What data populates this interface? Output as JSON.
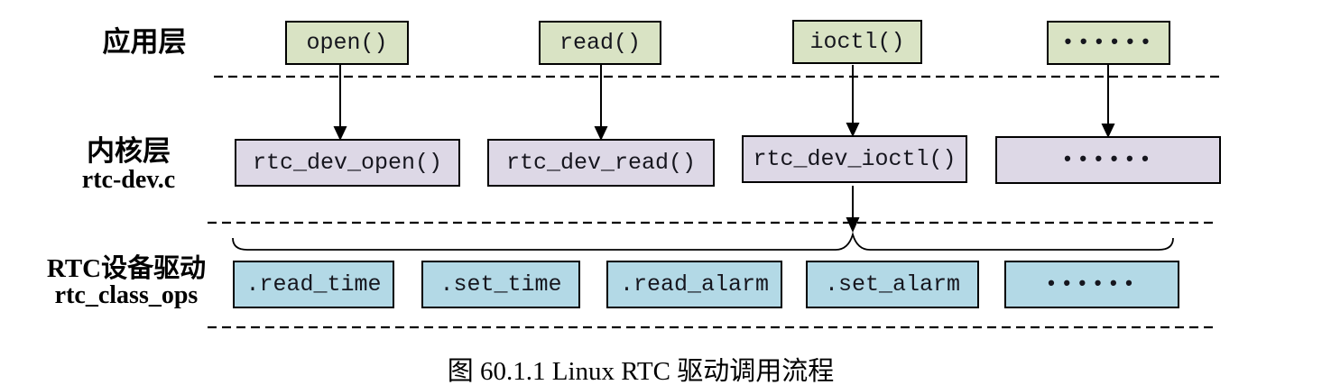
{
  "colors": {
    "app_box_fill": "#d9e3c4",
    "kernel_box_fill": "#ddd8e6",
    "ops_box_fill": "#b3d9e6",
    "box_border": "#000000",
    "line_color": "#000000",
    "text_color": "#16161e"
  },
  "layers": {
    "app": {
      "label": "应用层",
      "boxes": [
        {
          "label": "open()"
        },
        {
          "label": "read()"
        },
        {
          "label": "ioctl()"
        },
        {
          "label": "••••••"
        }
      ]
    },
    "kernel": {
      "label": "内核层",
      "sublabel": "rtc-dev.c",
      "boxes": [
        {
          "label": "rtc_dev_open()"
        },
        {
          "label": "rtc_dev_read()"
        },
        {
          "label": "rtc_dev_ioctl()"
        },
        {
          "label": "••••••"
        }
      ]
    },
    "driver": {
      "label": "RTC设备驱动",
      "sublabel": "rtc_class_ops",
      "boxes": [
        {
          "label": ".read_time"
        },
        {
          "label": ".set_time"
        },
        {
          "label": ".read_alarm"
        },
        {
          "label": ".set_alarm"
        },
        {
          "label": "••••••"
        }
      ]
    }
  },
  "caption": "图 60.1.1 Linux RTC 驱动调用流程"
}
